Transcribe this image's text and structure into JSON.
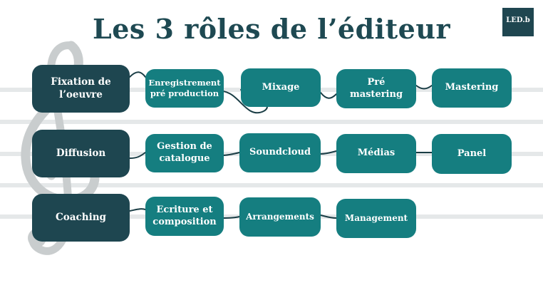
{
  "title": "Les 3 rôles de l’éditeur",
  "logo": {
    "main": "LED.b",
    "sub": ""
  },
  "rows": [
    {
      "category": [
        "Fixation de",
        "l’oeuvre"
      ],
      "items": [
        [
          "Enregistrement",
          "pré production"
        ],
        [
          "Mixage"
        ],
        [
          "Pré",
          "mastering"
        ],
        [
          "Mastering"
        ]
      ]
    },
    {
      "category": [
        "Diffusion"
      ],
      "items": [
        [
          "Gestion de",
          "catalogue"
        ],
        [
          "Soundcloud"
        ],
        [
          "Médias"
        ],
        [
          "Panel"
        ]
      ]
    },
    {
      "category": [
        "Coaching"
      ],
      "items": [
        [
          "Ecriture et",
          "composition"
        ],
        [
          "Arrangements"
        ],
        [
          "Management"
        ]
      ]
    }
  ],
  "colors": {
    "title": "#1e4952",
    "category_box": "#1e4650",
    "item_box": "#157e80",
    "staff_line": "#e5e8e9",
    "treble_clef": "#c9cdce",
    "connector": "#1a3d45",
    "logo_bg": "#1f4650"
  },
  "icons": {
    "background": "treble-clef-icon",
    "logo": "ledb-logo"
  }
}
